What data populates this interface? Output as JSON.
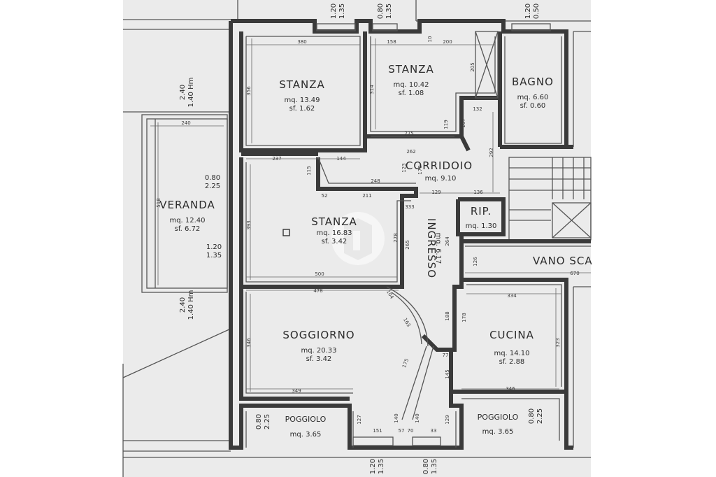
{
  "colors": {
    "paper": "#ebebeb",
    "wall": "#3a3a3a",
    "ink": "#2b2b2b",
    "margin": "#ffffff"
  },
  "rooms": [
    {
      "id": "stanza1",
      "name": "STANZA",
      "area": "mq. 13.49",
      "sf": "sf. 1.62"
    },
    {
      "id": "stanza2",
      "name": "STANZA",
      "area": "mq. 10.42",
      "sf": "sf. 1.08"
    },
    {
      "id": "bagno",
      "name": "BAGNO",
      "area": "mq. 6.60",
      "sf": "sf. 0.60"
    },
    {
      "id": "corridoio",
      "name": "CORRIDOIO",
      "area": "mq. 9.10"
    },
    {
      "id": "veranda",
      "name": "VERANDA",
      "area": "mq. 12.40",
      "sf": "sf. 6.72"
    },
    {
      "id": "stanza3",
      "name": "STANZA",
      "area": "mq. 16.83",
      "sf": "sf. 3.42"
    },
    {
      "id": "ingresso",
      "name": "INGRESSO",
      "area": "mq. 6.17"
    },
    {
      "id": "rip",
      "name": "RIP.",
      "area": "mq. 1.30"
    },
    {
      "id": "vanoscala",
      "name": "VANO SCA"
    },
    {
      "id": "soggiorno",
      "name": "SOGGIORNO",
      "area": "mq. 20.33",
      "sf": "sf. 3.42"
    },
    {
      "id": "cucina",
      "name": "CUCINA",
      "area": "mq. 14.10",
      "sf": "sf. 2.88"
    },
    {
      "id": "poggiolo1",
      "name": "POGGIOLO",
      "area": "mq. 3.65"
    },
    {
      "id": "poggiolo2",
      "name": "POGGIOLO",
      "area": "mq. 3.65"
    }
  ],
  "window_labels": {
    "top1": [
      "1.20",
      "1.35"
    ],
    "top2": [
      "0.80",
      "1.35"
    ],
    "top3": [
      "1.20",
      "0.50"
    ],
    "veranda_top": [
      "2.40",
      "1.40 Hm"
    ],
    "veranda_mid": [
      "0.80",
      "2.25"
    ],
    "veranda_low": [
      "1.20",
      "1.35"
    ],
    "veranda_bot": [
      "2.40",
      "1.40 Hm"
    ],
    "pogg_left": [
      "0.80",
      "2.25"
    ],
    "pogg_right": [
      "0.80",
      "2.25"
    ],
    "bottom1": [
      "1.20",
      "1.35"
    ],
    "bottom2": [
      "0.80",
      "1.35"
    ]
  },
  "dimensions": {
    "d380": "380",
    "d158": "158",
    "d200": "200",
    "d10": "10",
    "d356": "356",
    "d314": "314",
    "d205": "205",
    "d275": "275",
    "d240": "240",
    "d518": "518",
    "d237": "237",
    "d144": "144",
    "d262": "262",
    "d132": "132",
    "d119": "119",
    "d107": "107",
    "d292": "292",
    "d115": "115",
    "d123": "123",
    "d170": "170",
    "d52": "52",
    "d248": "248",
    "d211": "211",
    "d129": "129",
    "d136": "136",
    "d333": "333",
    "d393": "393",
    "d278": "278",
    "d265": "265",
    "d264": "264",
    "d126": "126",
    "d500": "500",
    "d670": "670",
    "d478": "478",
    "d334": "334",
    "d346": "346",
    "d104": "104",
    "d163": "163",
    "d188": "188",
    "d178": "178",
    "d323": "323",
    "d175": "175",
    "d77": "77",
    "d145": "145",
    "d349": "349",
    "d346b": "346",
    "d127": "127",
    "d140": "140",
    "d140b": "140",
    "d129b": "129",
    "d151": "151",
    "d57": "57",
    "d70": "70",
    "d33": "33"
  }
}
